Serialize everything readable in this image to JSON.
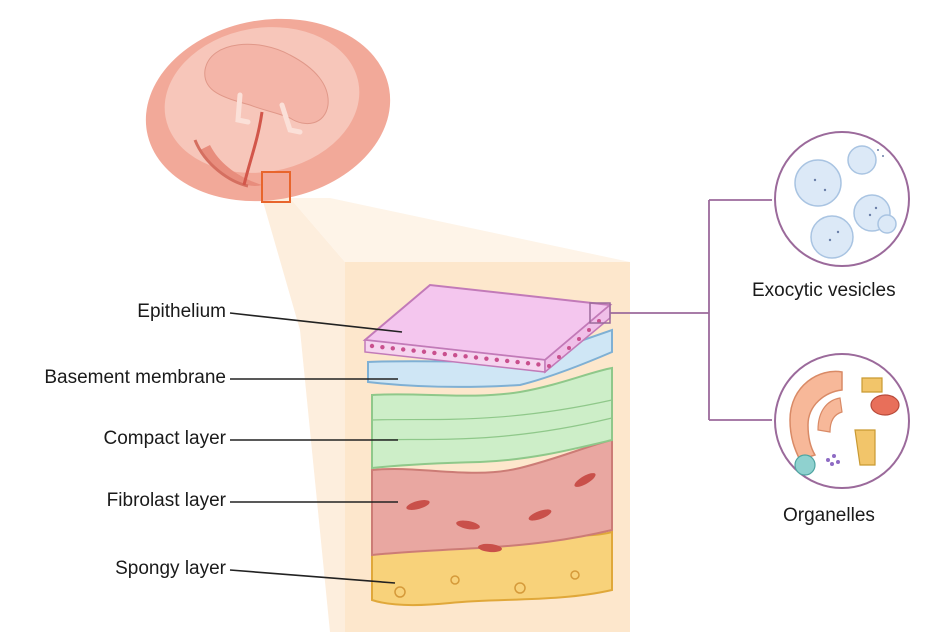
{
  "labels": {
    "epithelium": "Epithelium",
    "basement_membrane": "Basement membrane",
    "compact_layer": "Compact layer",
    "fibroblast_layer": "Fibrolast layer",
    "spongy_layer": "Spongy layer",
    "exocytic_vesicles": "Exocytic vesicles",
    "organelles": "Organelles"
  },
  "colors": {
    "uterus": "#f0a898",
    "uterus_inner": "#f7c4b8",
    "highlight_box": "#e8652c",
    "tissue_block": "#fde7cc",
    "epithelium": "#f4c6ee",
    "basement": "#cfe6f5",
    "compact": "#cdeec8",
    "fibroblast": "#e8a5a0",
    "spongy": "#f8d27a",
    "callout_line": "#9b6a9b"
  }
}
